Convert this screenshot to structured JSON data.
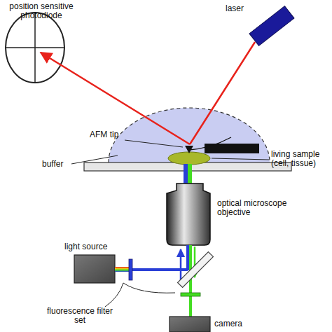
{
  "diagram": {
    "labels": [
      "position sensitive photodiode",
      "laser",
      "AFM tip",
      "buffer",
      "living sample (cell, tissue)",
      "optical microscope objective",
      "light source",
      "fluorescence filter set",
      "camera"
    ]
  }
}
